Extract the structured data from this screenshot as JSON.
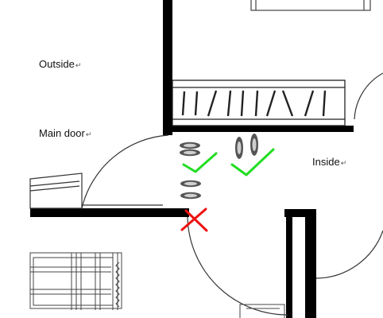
{
  "labels": {
    "outside": "Outside",
    "main_door": "Main door",
    "inside": "Inside",
    "return_mark": "↵"
  },
  "marks": {
    "check_color": "#22dd22",
    "cross_color": "#ee1111",
    "wall_color": "#000000"
  },
  "icons": [
    "shoe-icon",
    "check-icon",
    "cross-icon"
  ]
}
